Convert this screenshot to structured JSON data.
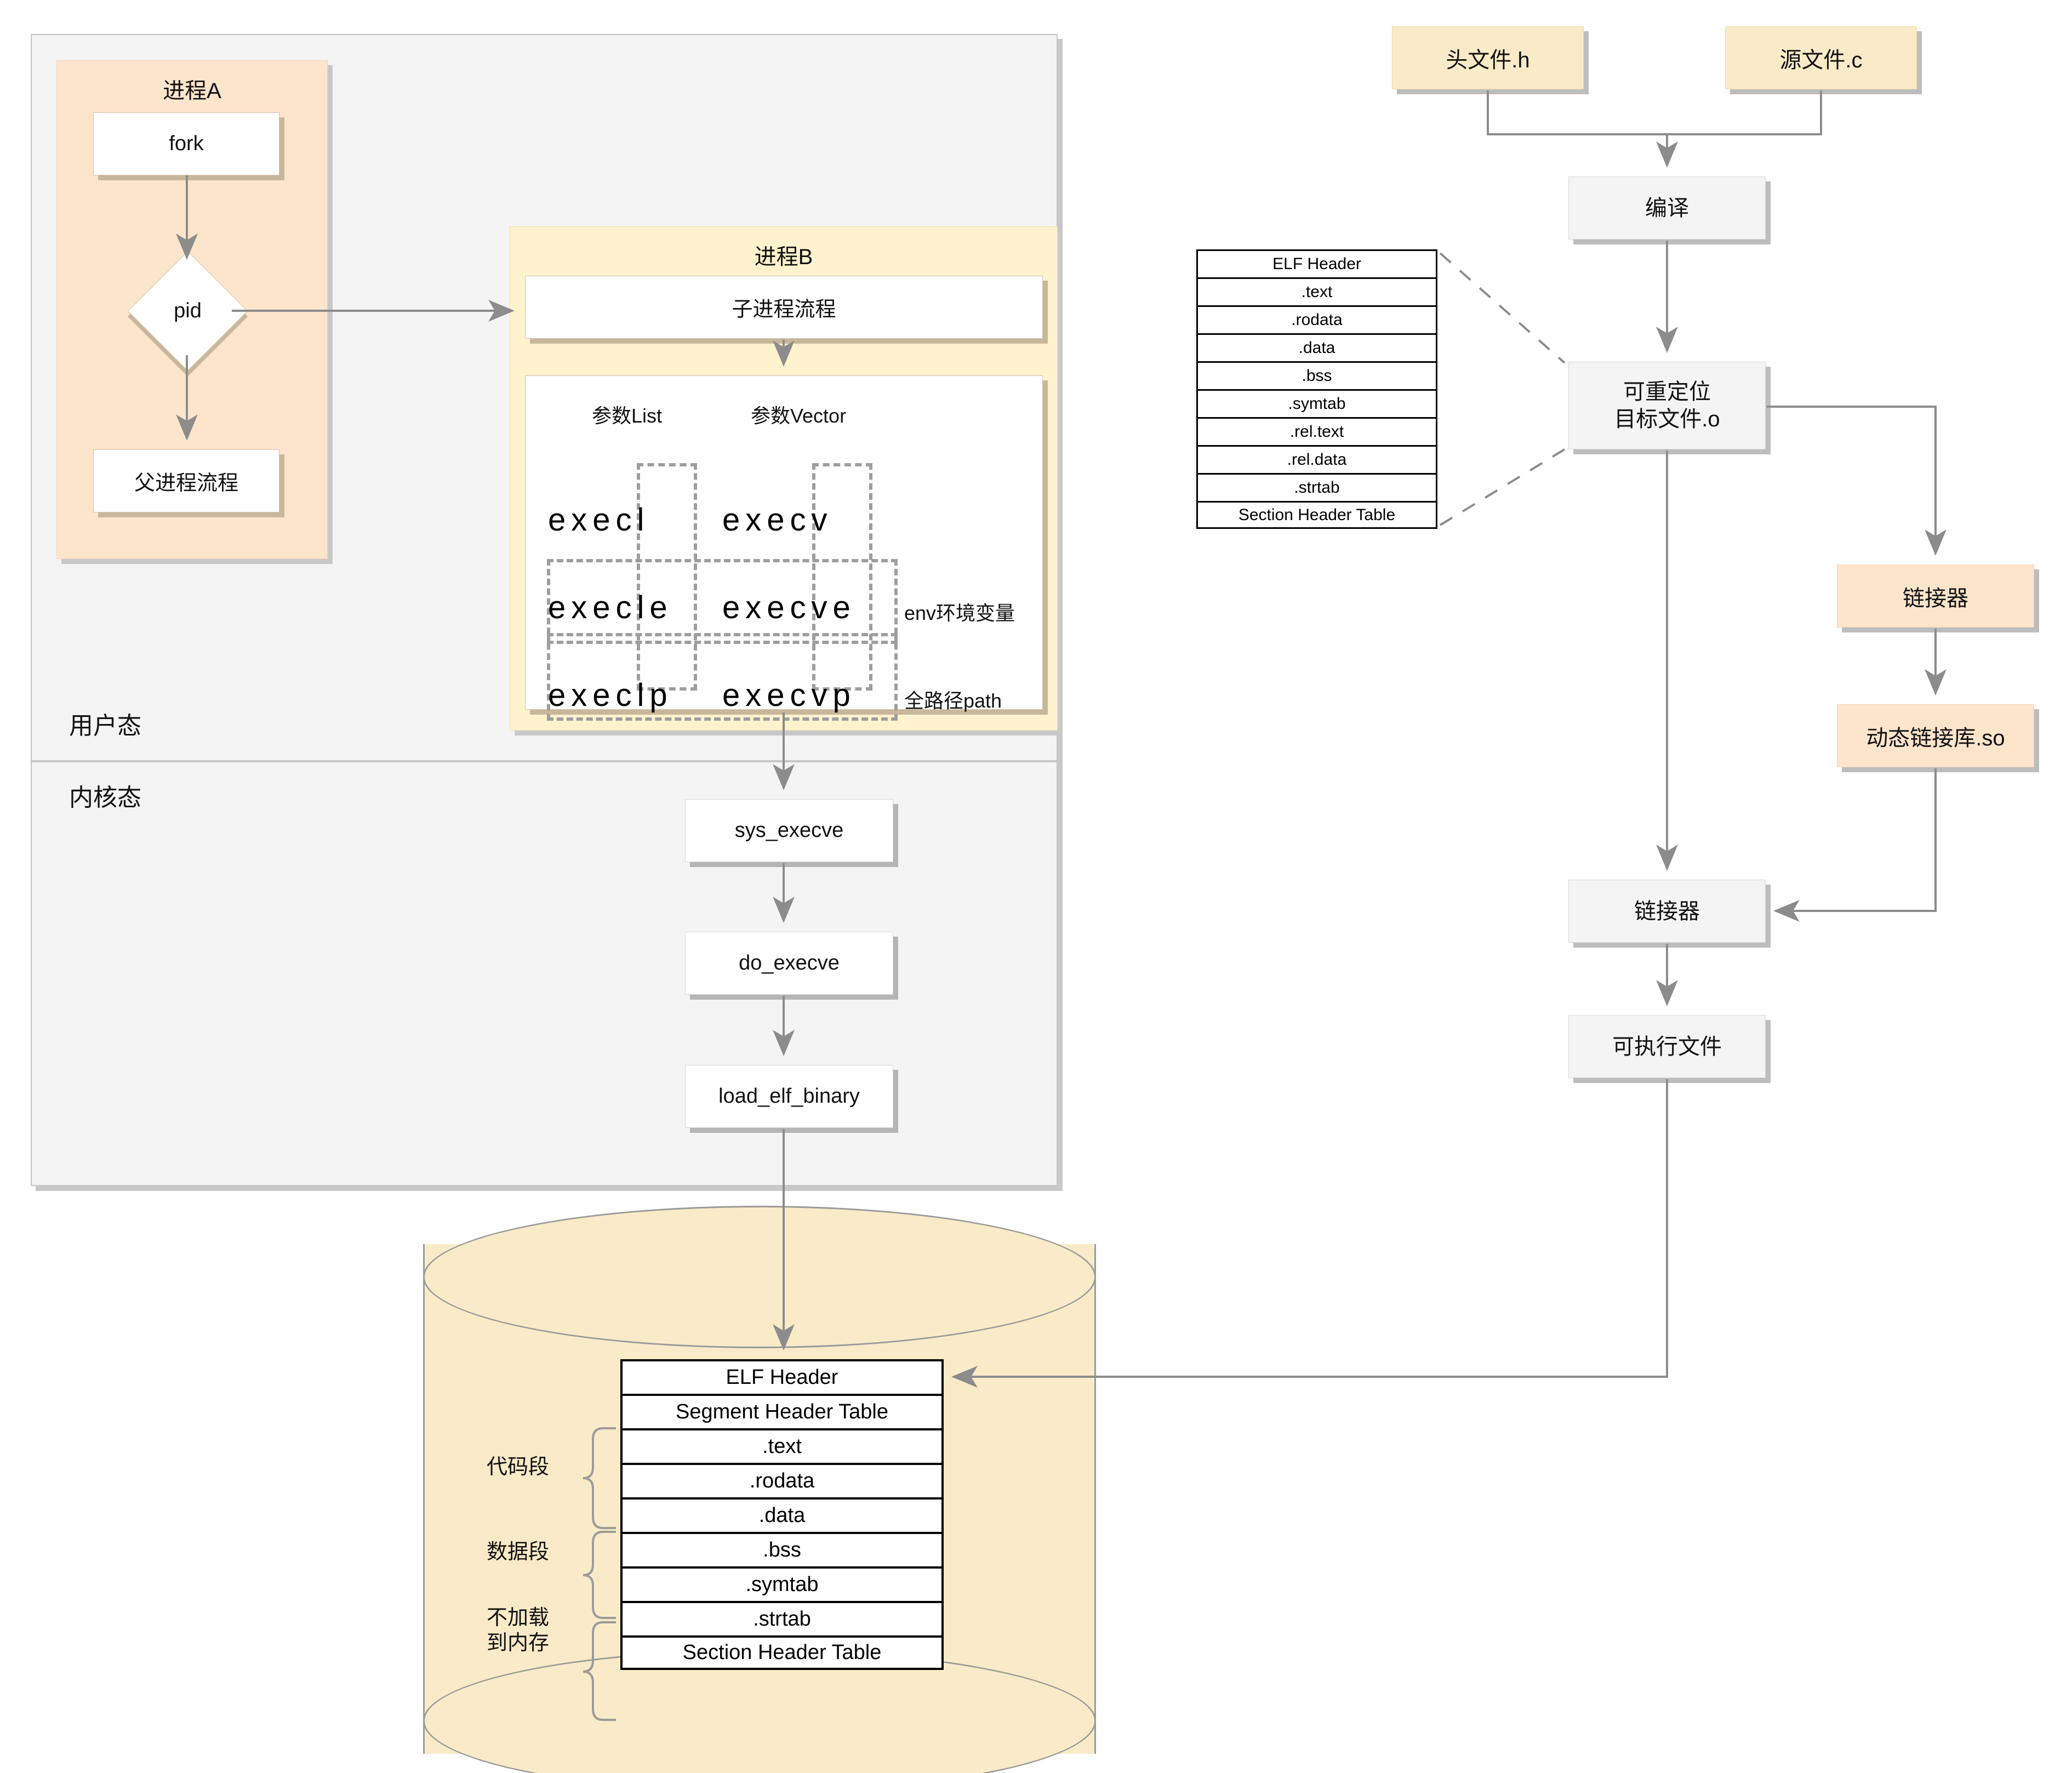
{
  "lanes": {
    "user_mode": "用户态",
    "kernel_mode": "内核态"
  },
  "process_a": {
    "title": "进程A",
    "fork": "fork",
    "pid": "pid",
    "parent_flow": "父进程流程"
  },
  "process_b": {
    "title": "进程B",
    "child_flow": "子进程流程",
    "col_list": "参数List",
    "col_vector": "参数Vector",
    "rows": [
      {
        "list": "execl",
        "vector": "execv",
        "note": ""
      },
      {
        "list": "execle",
        "vector": "execve",
        "note": "env环境变量"
      },
      {
        "list": "execlp",
        "vector": "execvp",
        "note": "全路径path"
      }
    ]
  },
  "kernel": {
    "sys_execve": "sys_execve",
    "do_execve": "do_execve",
    "load_elf_binary": "load_elf_binary"
  },
  "compile_flow": {
    "header_file": "头文件.h",
    "source_file": "源文件.c",
    "compile": "编译",
    "relocatable_object": "可重定位\n目标文件.o",
    "relocatable_object_line1": "可重定位",
    "relocatable_object_line2": "目标文件.o",
    "linker_dynamic": "链接器",
    "shared_object": "动态链接库.so",
    "linker_final": "链接器",
    "executable": "可执行文件"
  },
  "object_file_table": {
    "rows": [
      "ELF Header",
      ".text",
      ".rodata",
      ".data",
      ".bss",
      ".symtab",
      ".rel.text",
      ".rel.data",
      ".strtab",
      "Section Header Table"
    ]
  },
  "memory_image": {
    "rows": [
      "ELF Header",
      "Segment Header Table",
      ".text",
      ".rodata",
      ".data",
      ".bss",
      ".symtab",
      ".strtab",
      "Section Header Table"
    ],
    "groups": [
      {
        "label": "代码段",
        "lines": [
          "代码段"
        ]
      },
      {
        "label": "数据段",
        "lines": [
          "数据段"
        ]
      },
      {
        "label": "不加载到内存",
        "lines": [
          "不加载",
          "到内存"
        ]
      }
    ]
  },
  "colors": {
    "peach": "#fde5cc",
    "pale_yellow": "#fff2cc",
    "cream": "#faebc8",
    "lane_bg": "#f4f4f4",
    "edge": "#8c8c8c",
    "dashed": "#9e9e9e",
    "table_border": "#000000"
  }
}
